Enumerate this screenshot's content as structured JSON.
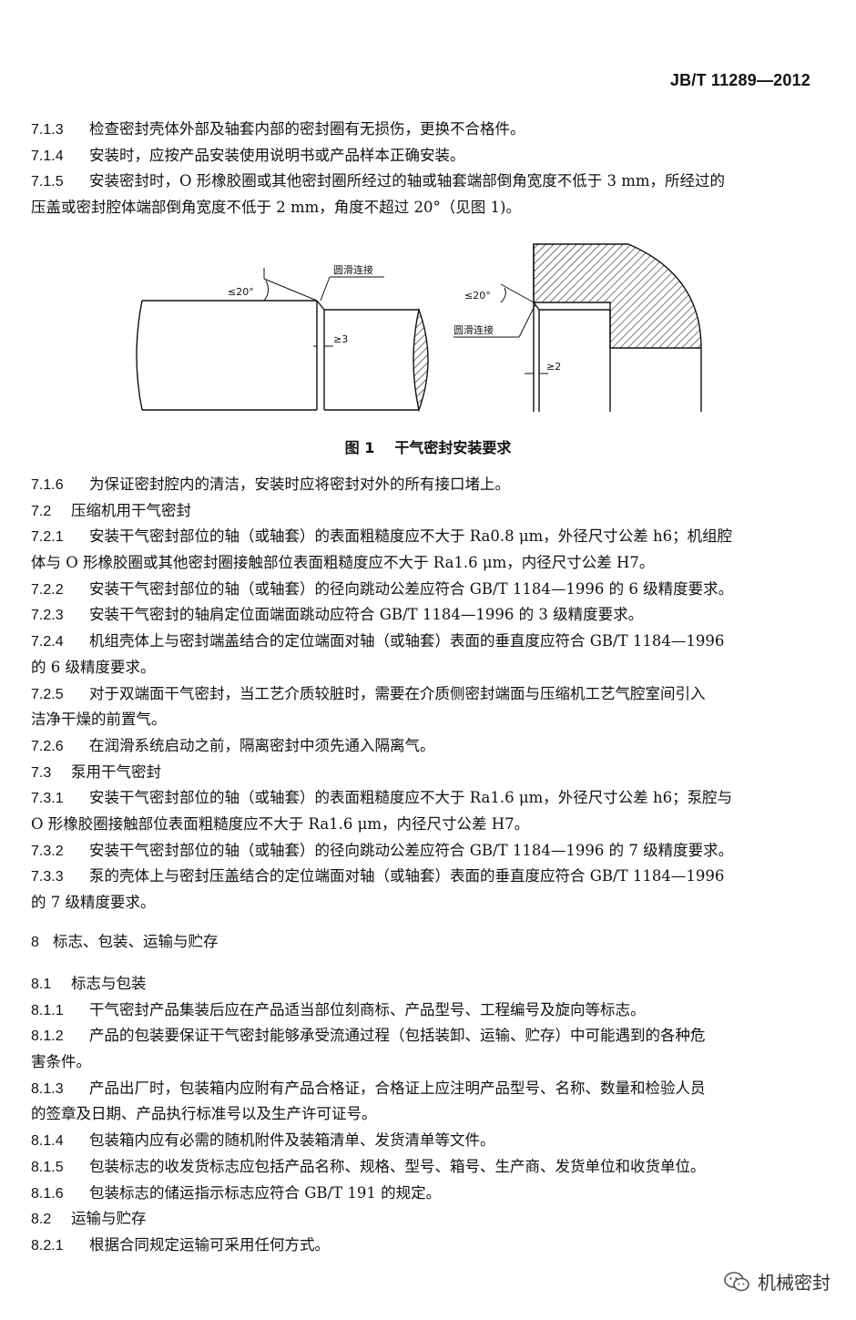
{
  "header": {
    "doc_number": "JB/T 11289—2012"
  },
  "block_top": [
    {
      "num": "7.1.3",
      "text": "检查密封壳体外部及轴套内部的密封圈有无损伤，更换不合格件。"
    },
    {
      "num": "7.1.4",
      "text": "安装时，应按产品安装使用说明书或产品样本正确安装。"
    },
    {
      "num": "7.1.5",
      "text": "安装密封时，O 形橡胶圈或其他密封圈所经过的轴或轴套端部倒角宽度不低于 3 mm，所经过的"
    },
    {
      "num": "",
      "text": "压盖或密封腔体端部倒角宽度不低于 2 mm，角度不超过 20°（见图 1)。"
    }
  ],
  "figure": {
    "left_angle": "≤20°",
    "left_smooth": "圆滑连接",
    "left_width": "≥3",
    "right_angle": "≤20°",
    "right_smooth": "圆滑连接",
    "right_width": "≥2",
    "caption_num": "图 1",
    "caption_text": "干气密封安装要求"
  },
  "block_main": [
    {
      "num": "7.1.6",
      "text": "为保证密封腔内的清洁，安装时应将密封对外的所有接口堵上。"
    },
    {
      "num": "7.2",
      "text": "压缩机用干气密封",
      "heading": true
    },
    {
      "num": "7.2.1",
      "text": "安装干气密封部位的轴（或轴套）的表面粗糙度应不大于 Ra0.8 μm，外径尺寸公差 h6；机组腔"
    },
    {
      "num": "",
      "text": "体与 O 形橡胶圈或其他密封圈接触部位表面粗糙度应不大于 Ra1.6 μm，内径尺寸公差 H7。"
    },
    {
      "num": "7.2.2",
      "text": "安装干气密封部位的轴（或轴套）的径向跳动公差应符合 GB/T 1184—1996 的 6 级精度要求。"
    },
    {
      "num": "7.2.3",
      "text": "安装干气密封的轴肩定位面端面跳动应符合 GB/T 1184—1996 的 3 级精度要求。"
    },
    {
      "num": "7.2.4",
      "text": "机组壳体上与密封端盖结合的定位端面对轴（或轴套）表面的垂直度应符合 GB/T 1184—1996"
    },
    {
      "num": "",
      "text": "的 6 级精度要求。"
    },
    {
      "num": "7.2.5",
      "text": "对于双端面干气密封，当工艺介质较脏时，需要在介质侧密封端面与压缩机工艺气腔室间引入"
    },
    {
      "num": "",
      "text": "洁净干燥的前置气。"
    },
    {
      "num": "7.2.6",
      "text": "在润滑系统启动之前，隔离密封中须先通入隔离气。"
    },
    {
      "num": "7.3",
      "text": "泵用干气密封",
      "heading": true
    },
    {
      "num": "7.3.1",
      "text": "安装干气密封部位的轴（或轴套）的表面粗糙度应不大于 Ra1.6 μm，外径尺寸公差 h6；泵腔与"
    },
    {
      "num": "",
      "text": "O 形橡胶圈接触部位表面粗糙度应不大于 Ra1.6 μm，内径尺寸公差 H7。"
    },
    {
      "num": "7.3.2",
      "text": "安装干气密封部位的轴（或轴套）的径向跳动公差应符合 GB/T 1184—1996 的 7 级精度要求。"
    },
    {
      "num": "7.3.3",
      "text": "泵的壳体上与密封压盖结合的定位端面对轴（或轴套）表面的垂直度应符合 GB/T 1184—1996"
    },
    {
      "num": "",
      "text": "的 7 级精度要求。"
    }
  ],
  "section8": {
    "num": "8",
    "title": "标志、包装、运输与贮存"
  },
  "block_end": [
    {
      "num": "8.1",
      "text": "标志与包装",
      "heading": true
    },
    {
      "num": "8.1.1",
      "text": "干气密封产品集装后应在产品适当部位刻商标、产品型号、工程编号及旋向等标志。"
    },
    {
      "num": "8.1.2",
      "text": "产品的包装要保证干气密封能够承受流通过程（包括装卸、运输、贮存）中可能遇到的各种危"
    },
    {
      "num": "",
      "text": "害条件。"
    },
    {
      "num": "8.1.3",
      "text": "产品出厂时，包装箱内应附有产品合格证，合格证上应注明产品型号、名称、数量和检验人员"
    },
    {
      "num": "",
      "text": "的签章及日期、产品执行标准号以及生产许可证号。"
    },
    {
      "num": "8.1.4",
      "text": "包装箱内应有必需的随机附件及装箱清单、发货清单等文件。"
    },
    {
      "num": "8.1.5",
      "text": "包装标志的收发货标志应包括产品名称、规格、型号、箱号、生产商、发货单位和收货单位。"
    },
    {
      "num": "8.1.6",
      "text": "包装标志的储运指示标志应符合 GB/T 191 的规定。"
    },
    {
      "num": "8.2",
      "text": "运输与贮存",
      "heading": true
    },
    {
      "num": "8.2.1",
      "text": "根据合同规定运输可采用任何方式。"
    }
  ],
  "watermark": {
    "text": "机械密封",
    "icon": "wechat-icon"
  }
}
